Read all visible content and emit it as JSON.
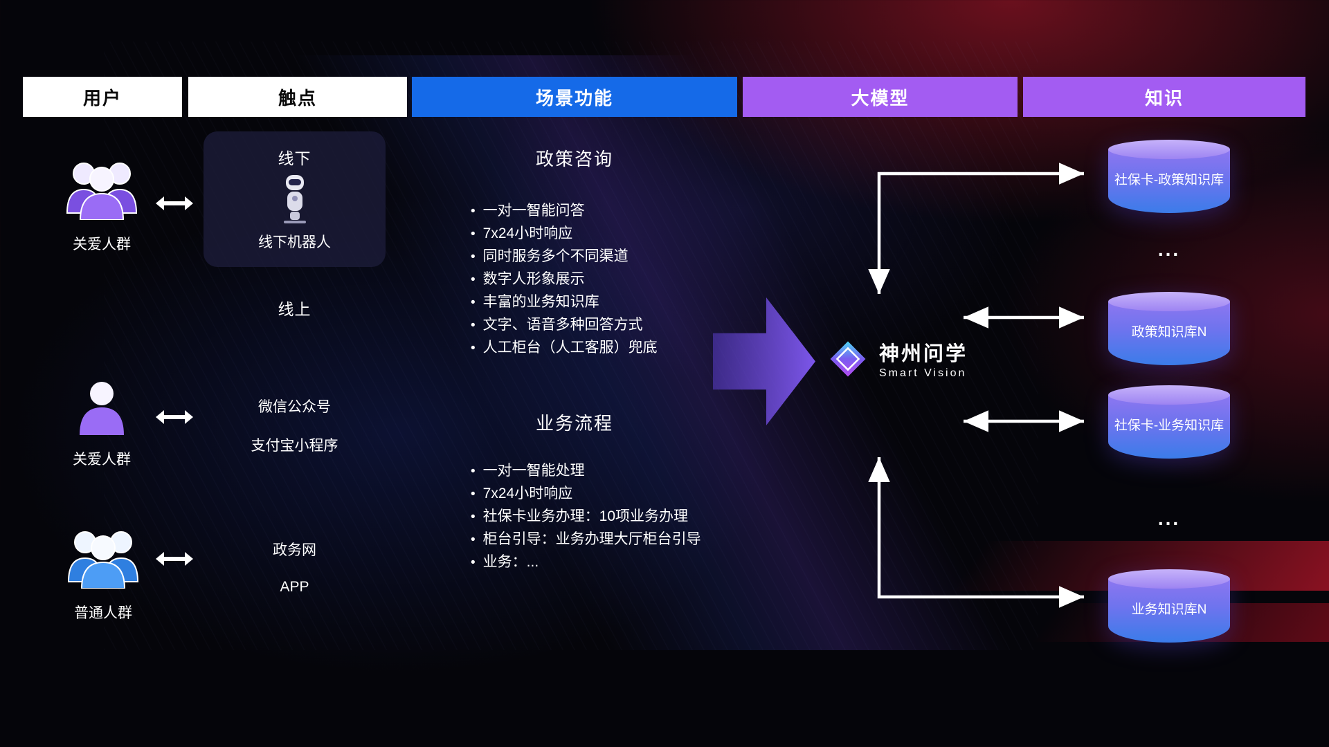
{
  "headers": [
    {
      "label": "用户"
    },
    {
      "label": "触点"
    },
    {
      "label": "场景功能"
    },
    {
      "label": "大模型"
    },
    {
      "label": "知识"
    }
  ],
  "users": {
    "groups": [
      {
        "label": "关爱人群",
        "icon": "people-group-purple"
      },
      {
        "label": "关爱人群",
        "icon": "person-purple"
      },
      {
        "label": "普通人群",
        "icon": "people-group-blue"
      }
    ]
  },
  "touchpoints": {
    "offline": {
      "title": "线下",
      "robot_label": "线下机器人",
      "icon": "robot"
    },
    "online_title": "线上",
    "channels": [
      "微信公众号",
      "支付宝小程序",
      "政务网",
      "APP"
    ]
  },
  "scenario": {
    "sections": [
      {
        "title": "政策咨询",
        "items": [
          "一对一智能问答",
          "7x24小时响应",
          "同时服务多个不同渠道",
          "数字人形象展示",
          "丰富的业务知识库",
          "文字、语音多种回答方式",
          "人工柜台（人工客服）兜底"
        ]
      },
      {
        "title": "业务流程",
        "items": [
          "一对一智能处理",
          "7x24小时响应",
          "社保卡业务办理：10项业务办理",
          "柜台引导：业务办理大厅柜台引导",
          "业务：..."
        ]
      }
    ]
  },
  "model": {
    "name": "神州问学",
    "subtitle": "Smart Vision",
    "icon": "diamond-logo"
  },
  "knowledge": {
    "items": [
      {
        "type": "db",
        "label": "社保卡-政策知识库"
      },
      {
        "type": "ellipsis",
        "label": "..."
      },
      {
        "type": "db",
        "label": "政策知识库N"
      },
      {
        "type": "db",
        "label": "社保卡-业务知识库"
      },
      {
        "type": "ellipsis",
        "label": "..."
      },
      {
        "type": "db",
        "label": "业务知识库N"
      }
    ]
  },
  "colors": {
    "scene_header_bg": "#156ae8",
    "model_header_bg": "#a35cf2",
    "cylinder_top": "#b9a2f8",
    "cylinder_bottom": "#3b7ce9",
    "flow_arrow_purple": "#825af5",
    "arrow_white": "#ffffff",
    "bg_red_glow": "#be1d2d"
  }
}
